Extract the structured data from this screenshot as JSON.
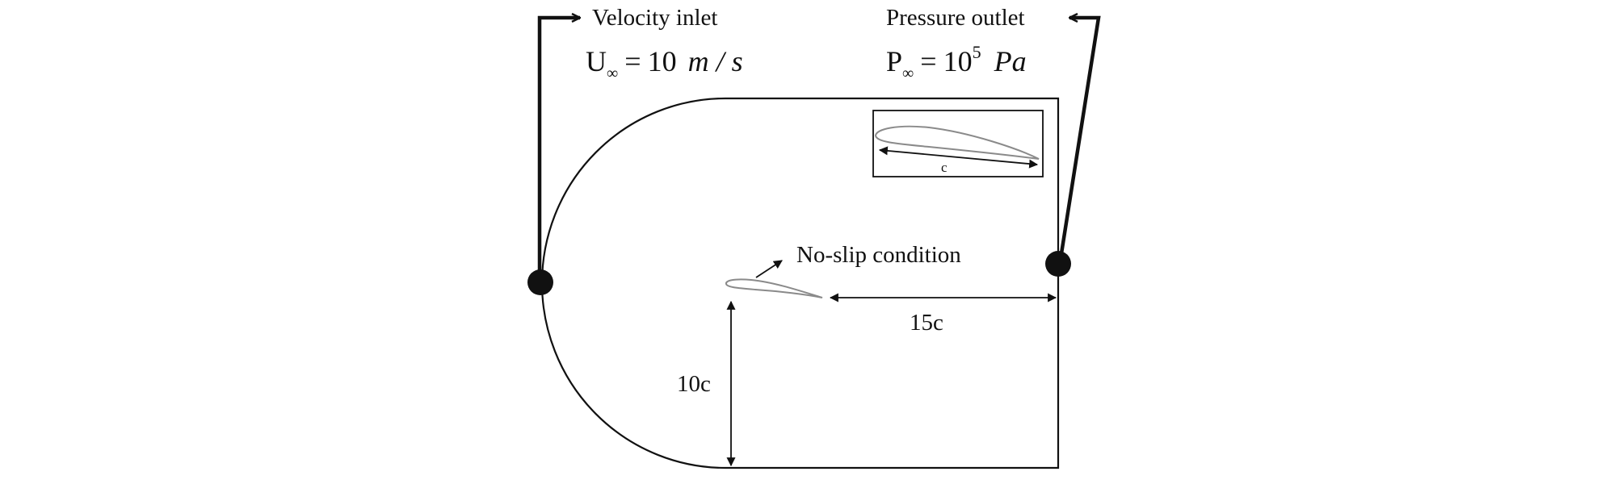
{
  "inlet": {
    "title": "Velocity inlet",
    "equation": {
      "symbol": "U",
      "subscript": "∞",
      "operator": "=",
      "value": "10",
      "unit": "m / s"
    }
  },
  "outlet": {
    "title": "Pressure outlet",
    "equation": {
      "symbol": "P",
      "subscript": "∞",
      "operator": "=",
      "base": "10",
      "exponent": "5",
      "unit": "Pa"
    }
  },
  "airfoil": {
    "label": "No-slip condition"
  },
  "inset": {
    "chord_label": "c"
  },
  "dimensions": {
    "wake_length": "15c",
    "half_height": "10c"
  },
  "colors": {
    "line": "#111111",
    "airfoil": "#8a8a8a"
  }
}
